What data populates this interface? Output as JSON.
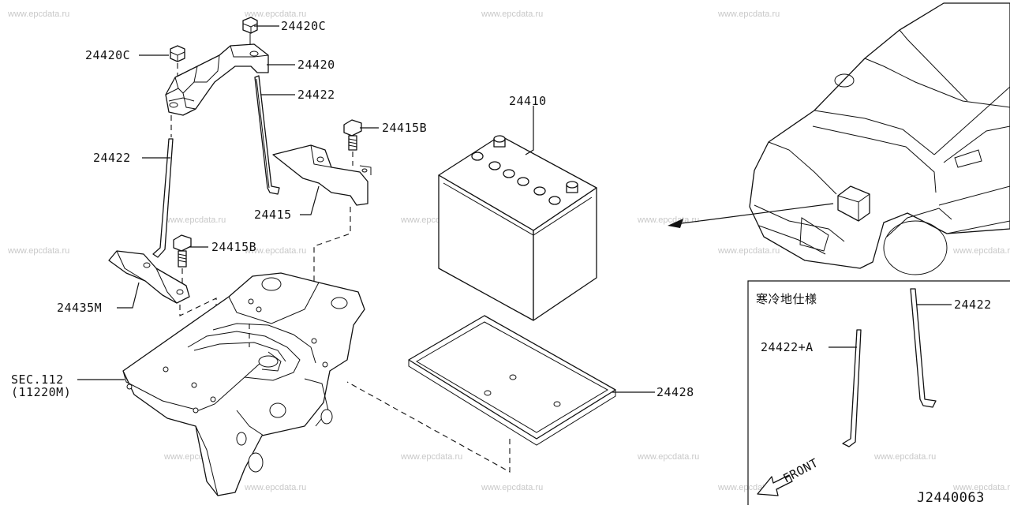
{
  "watermark": "www.epcdata.ru",
  "labels": {
    "p24420c_top": "24420C",
    "p24420c_left": "24420C",
    "p24420": "24420",
    "p24422_right": "24422",
    "p24422_left": "24422",
    "p24410": "24410",
    "p24415b_top": "24415B",
    "p24415": "24415",
    "p24415b_mid": "24415B",
    "p24435m": "24435M",
    "sec_line1": "SEC.112",
    "sec_line2": "(11220M)",
    "p24428": "24428",
    "inset_title": "寒冷地仕様",
    "inset_24422": "24422",
    "inset_24422a": "24422+A",
    "front": "FRONT",
    "diagram_code": "J2440063"
  }
}
